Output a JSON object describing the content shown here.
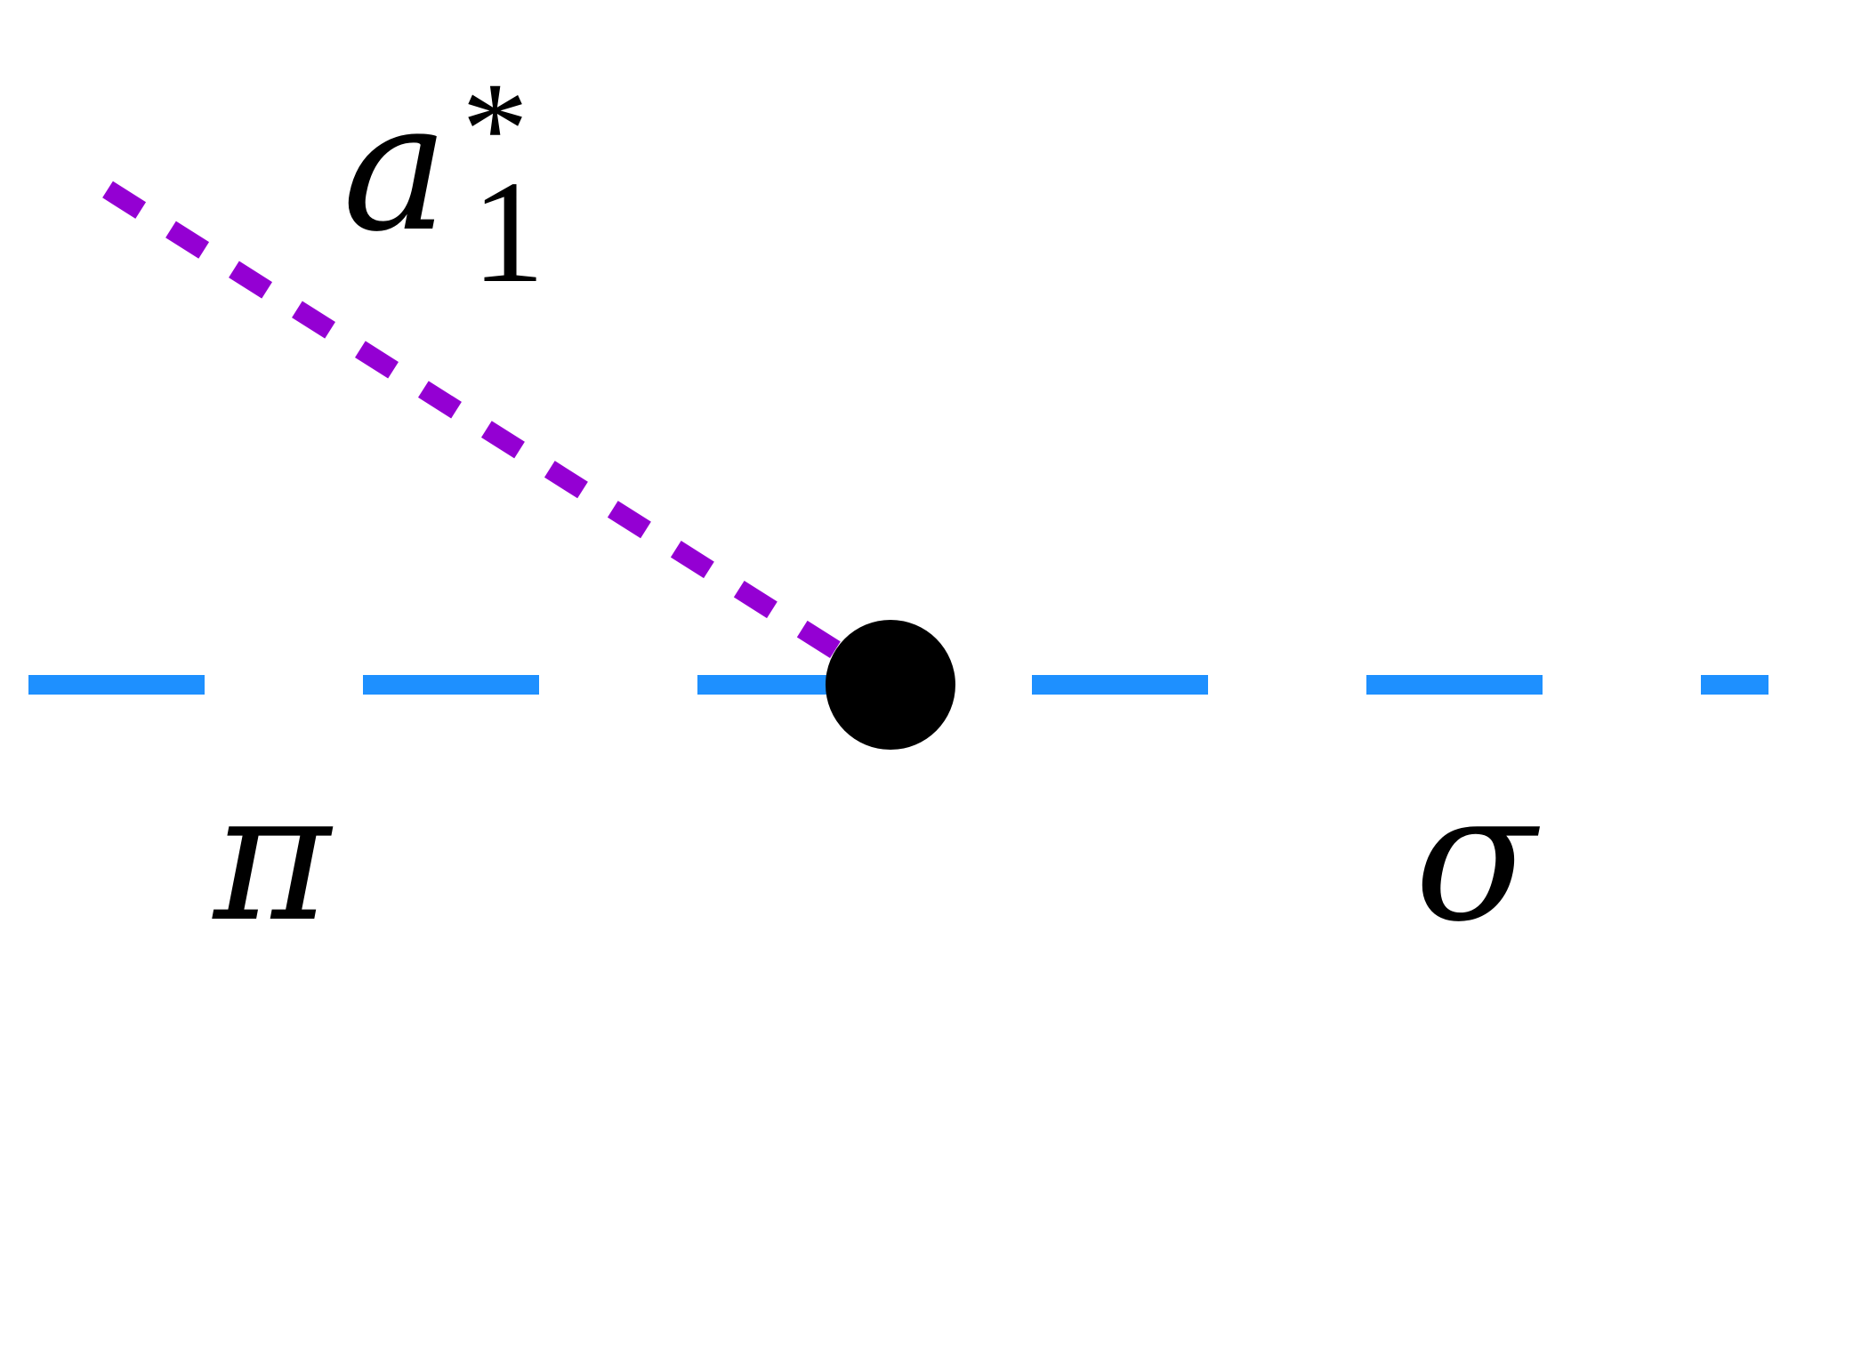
{
  "diagram": {
    "labels": {
      "incoming_particle": "a",
      "incoming_subscript": "1",
      "incoming_superscript": "*",
      "left_particle": "π",
      "right_particle": "σ"
    },
    "colors": {
      "scalar_line": "#1e90ff",
      "incoming_line": "#9400d3",
      "vertex": "#000000",
      "text": "#000000",
      "background": "#ffffff"
    },
    "line_styles": {
      "scalar_line": "long-dashed",
      "incoming_line": "short-dashed"
    },
    "vertex_shape": "filled-circle"
  }
}
